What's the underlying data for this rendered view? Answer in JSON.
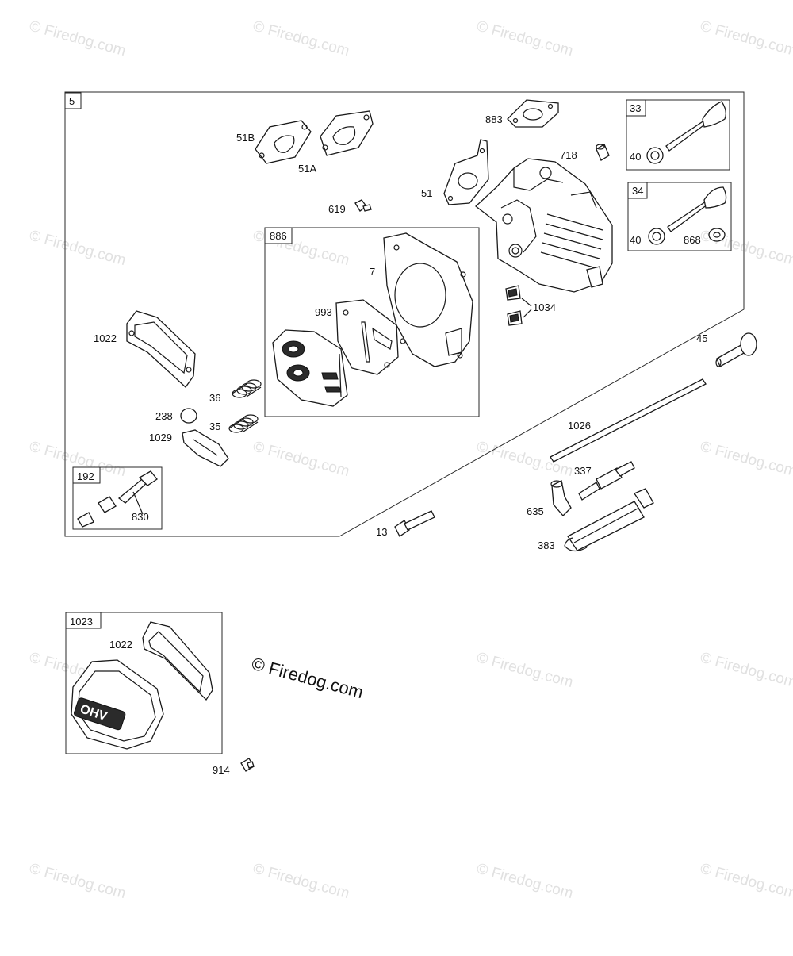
{
  "watermark": {
    "text": "© Firedog.com"
  },
  "boxes": {
    "main": "5",
    "valve_33": "33",
    "valve_34": "34",
    "gasket_set": "886",
    "breather": "192",
    "cover": "1023"
  },
  "callouts": {
    "p51b": "51B",
    "p51a": "51A",
    "p883": "883",
    "p718": "718",
    "p51": "51",
    "p619": "619",
    "p7": "7",
    "p993": "993",
    "p1034": "1034",
    "p1022": "1022",
    "p36": "36",
    "p35": "35",
    "p238": "238",
    "p1029": "1029",
    "p830": "830",
    "p40a": "40",
    "p40b": "40",
    "p868": "868",
    "p45": "45",
    "p1026": "1026",
    "p337": "337",
    "p635": "635",
    "p383": "383",
    "p13": "13",
    "p1022b": "1022",
    "p914": "914"
  },
  "cover_logo": "OHV"
}
